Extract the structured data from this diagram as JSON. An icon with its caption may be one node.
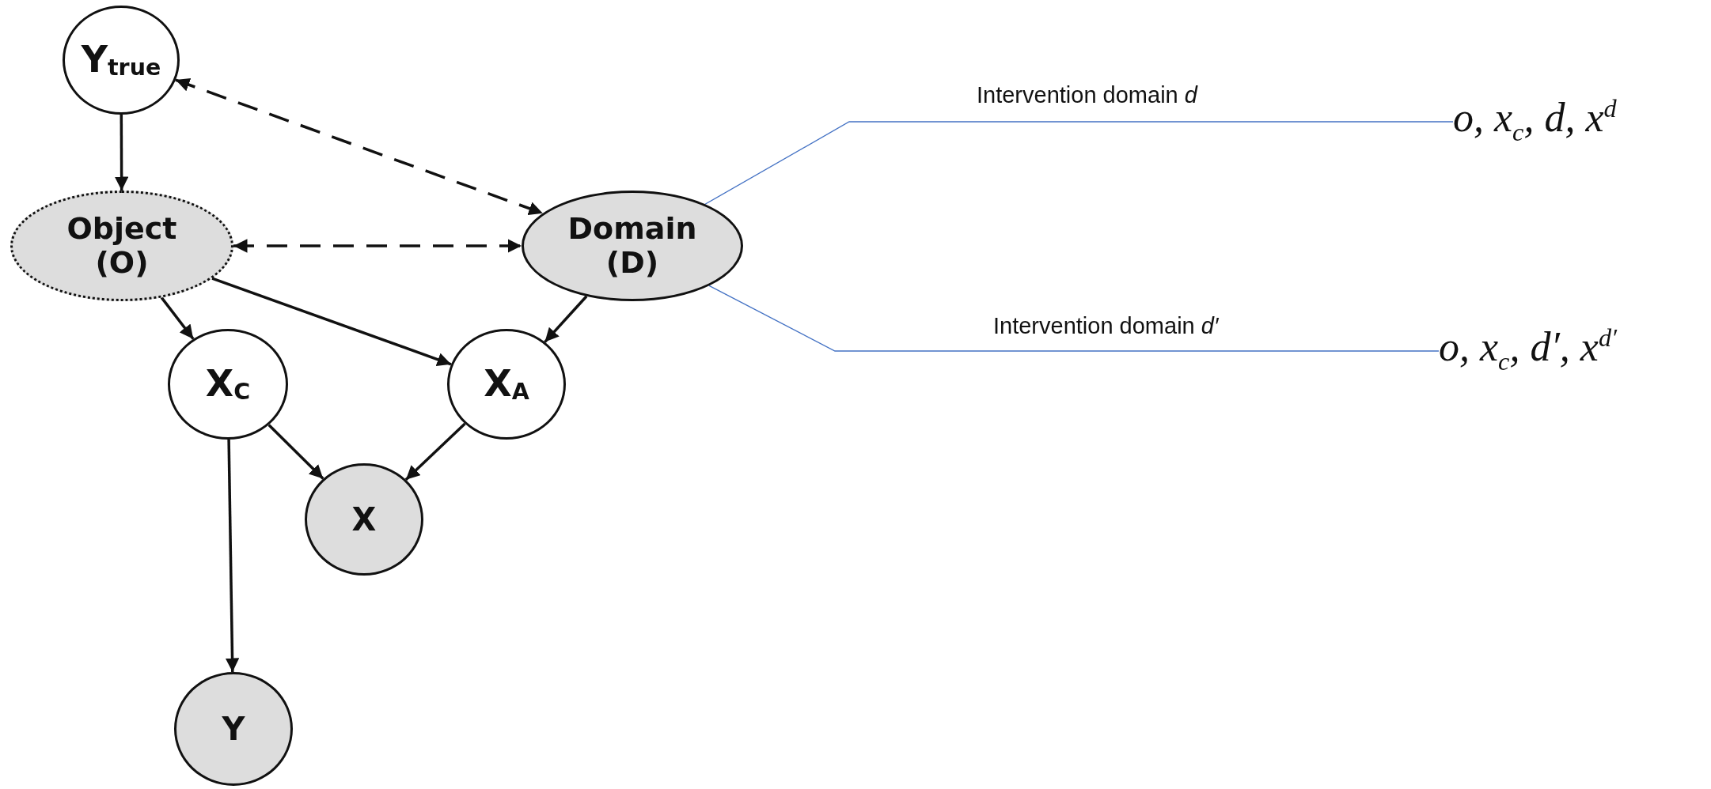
{
  "diagram": {
    "nodes": [
      {
        "text": [
          "Y$_{true}$"
        ]
      },
      {
        "text": [
          "Object (O)"
        ]
      },
      {
        "text": [
          "Domain (D)"
        ]
      },
      {
        "text": [
          "X$_{C}$"
        ]
      },
      {
        "text": [
          "X$_{A}$"
        ]
      },
      {
        "text": [
          "X"
        ]
      },
      {
        "text": [
          "Y"
        ]
      },
      {
        "text": [
          "o, x$_{c}$, d, x$^{d}$"
        ]
      },
      {
        "text": [
          "o, x$_{c}$, d′, x$^{d′}$"
        ]
      }
    ],
    "edges": [
      {
        "from": 0,
        "to": 1,
        "arrow": "to"
      },
      {
        "from": 0,
        "to": 2,
        "arrow": "both",
        "style": "dashed"
      },
      {
        "from": 1,
        "to": 2,
        "arrow": "both",
        "style": "dashed"
      },
      {
        "from": 1,
        "to": 3,
        "arrow": "to"
      },
      {
        "from": 1,
        "to": 4,
        "arrow": "to"
      },
      {
        "from": 2,
        "to": 4,
        "arrow": "to"
      },
      {
        "from": 3,
        "to": 5,
        "arrow": "to"
      },
      {
        "from": 4,
        "to": 5,
        "arrow": "to"
      },
      {
        "from": 3,
        "to": 6,
        "arrow": "to"
      },
      {
        "from": 2,
        "to": 7,
        "arrow": "none",
        "label": "Intervention domain *d*",
        "color": "#4472c4"
      },
      {
        "from": 2,
        "to": 8,
        "arrow": "none",
        "label": "Intervention domain *d′*",
        "color": "#4472c4"
      }
    ]
  }
}
